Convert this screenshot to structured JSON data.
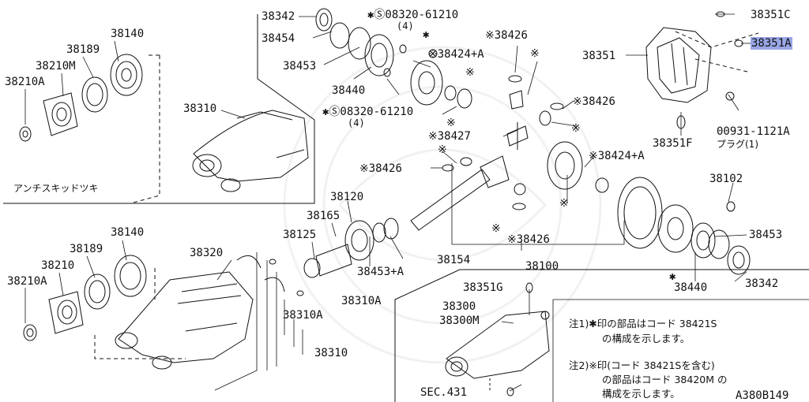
{
  "labels": {
    "p38342_top": "38342",
    "p38454": "38454",
    "p38453_top": "38453",
    "p38440_top": "38440",
    "bolt_top": "✱Ⓢ08320-61210",
    "bolt_top_qty": "(4)",
    "bolt_mid": "✱Ⓢ08320-61210",
    "bolt_mid_qty": "(4)",
    "p38424a_top": "※38424+A",
    "p38426_top": "※38426",
    "p38426_r": "※38426",
    "p38427": "※38427",
    "p38426_l": "※38426",
    "p38426_bot": "※38426",
    "p38424a_r": "※38424+A",
    "p38351c": "38351C",
    "p38351a": "38351A",
    "p38351": "38351",
    "p38351f": "38351F",
    "p00931": "00931-1121A",
    "plug": "プラグ(1)",
    "p38102": "38102",
    "p38453_r": "38453",
    "p38440_r": "38440",
    "p38342_r": "38342",
    "p38100": "38100",
    "p38154": "38154",
    "p38453a": "38453+A",
    "p38120": "38120",
    "p38165": "38165",
    "p38125": "38125",
    "p38140_top": "38140",
    "p38189_top": "38189",
    "p38210m": "38210M",
    "p38210a_top": "38210A",
    "p38310_top": "38310",
    "antiskid": "アンチスキッドツキ",
    "p38140_bot": "38140",
    "p38189_bot": "38189",
    "p38210": "38210",
    "p38210a_bot": "38210A",
    "p38320": "38320",
    "p38310a_1": "38310A",
    "p38310a_2": "38310A",
    "p38310_bot": "38310",
    "p38351g": "38351G",
    "p38300": "38300",
    "p38300m": "38300M",
    "sec431": "SEC.431",
    "star_mark": "✱",
    "cross_mark": "※"
  },
  "notes": {
    "n1_line1": "注1)✱印の部品はコード 38421S",
    "n1_line2": "の構成を示します。",
    "n2_line1": "注2)※印(コード 38421Sを含む)",
    "n2_line2": "の部品はコード 38420M の",
    "n2_line3": "構成を示します。"
  },
  "diagram_id": "A380B149",
  "highlight_color": "#9aa6e6"
}
